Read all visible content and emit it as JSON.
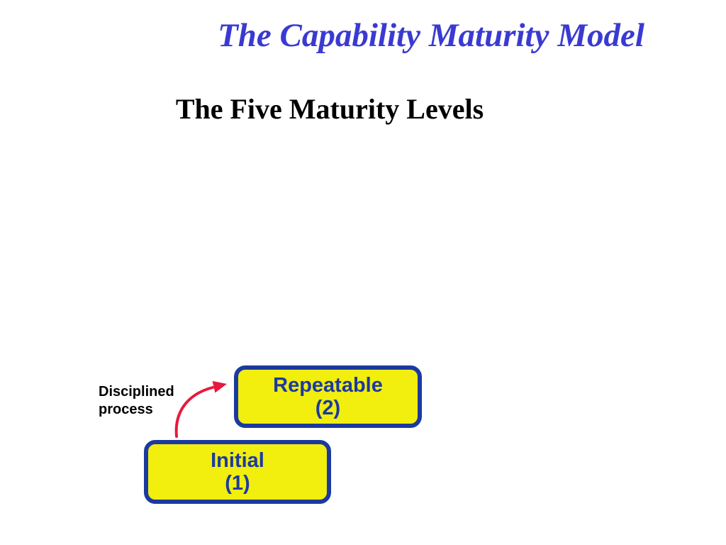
{
  "slide": {
    "title": "The Capability Maturity Model",
    "subtitle": "The Five Maturity Levels",
    "diagram": {
      "levels": [
        {
          "name": "Initial",
          "number": "(1)"
        },
        {
          "name": "Repeatable",
          "number": "(2)"
        }
      ],
      "transition_label": {
        "line1": "Disciplined",
        "line2": "process"
      }
    },
    "colors": {
      "background": "#ffffff",
      "title_blue": "#3a3ad2",
      "subtitle_black": "#000000",
      "box_fill_yellow": "#f2ee0e",
      "box_border_navy": "#1b3aa0",
      "box_text_navy": "#1b3aa0",
      "arrow_red": "#e8193c"
    }
  }
}
